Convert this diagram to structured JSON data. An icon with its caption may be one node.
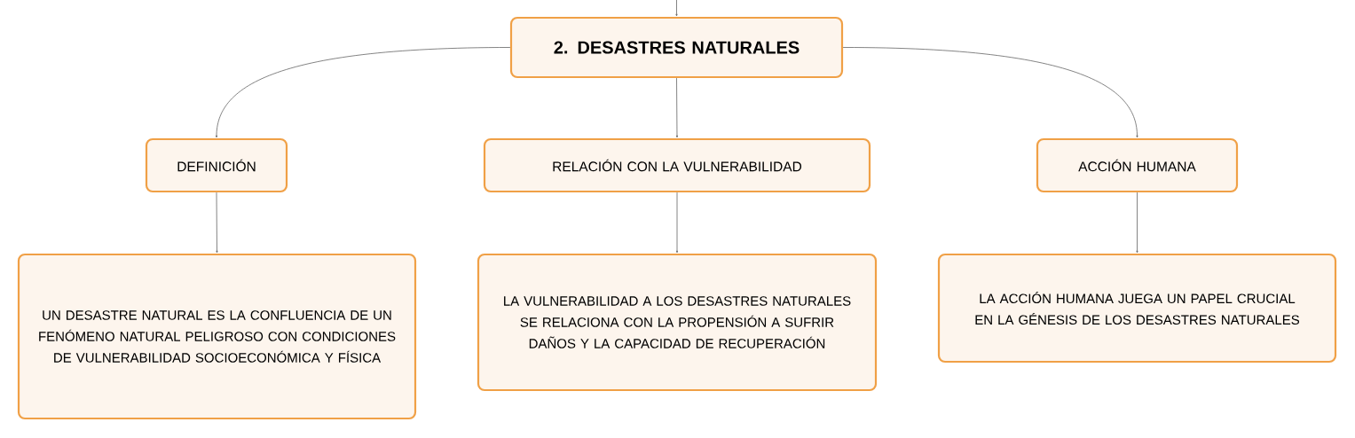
{
  "diagram": {
    "nodes": [
      {
        "text": [
          "2. DESASTRES NATURALES"
        ]
      },
      {
        "text": [
          "DEFINICIÓN"
        ]
      },
      {
        "text": [
          "RELACIÓN CON LA VULNERABILIDAD"
        ]
      },
      {
        "text": [
          "ACCIÓN HUMANA"
        ]
      },
      {
        "text": [
          "UN DESASTRE NATURAL ES LA CONFLUENCIA DE UN FENÓMENO NATURAL PELIGROSO CON CONDICIONES DE VULNERABILIDAD SOCIOECONÓMICA Y FÍSICA"
        ]
      },
      {
        "text": [
          "LA VULNERABILIDAD A LOS DESASTRES NATURALES SE RELACIONA CON LA PROPENSIÓN A SUFRIR DAÑOS Y LA CAPACIDAD DE RECUPERACIÓN"
        ]
      },
      {
        "text": [
          "LA ACCIÓN HUMANA JUEGA UN PAPEL CRUCIAL EN LA GÉNESIS DE LOS DESASTRES NATURALES"
        ]
      }
    ],
    "edges": [
      {
        "from": null,
        "to": 0,
        "arrow": "to"
      },
      {
        "from": 0,
        "to": 1,
        "arrow": "to"
      },
      {
        "from": 0,
        "to": 2,
        "arrow": "to"
      },
      {
        "from": 0,
        "to": 3,
        "arrow": "to"
      },
      {
        "from": 1,
        "to": 4,
        "arrow": "to"
      },
      {
        "from": 2,
        "to": 5,
        "arrow": "to"
      },
      {
        "from": 3,
        "to": 6,
        "arrow": "to"
      }
    ]
  }
}
